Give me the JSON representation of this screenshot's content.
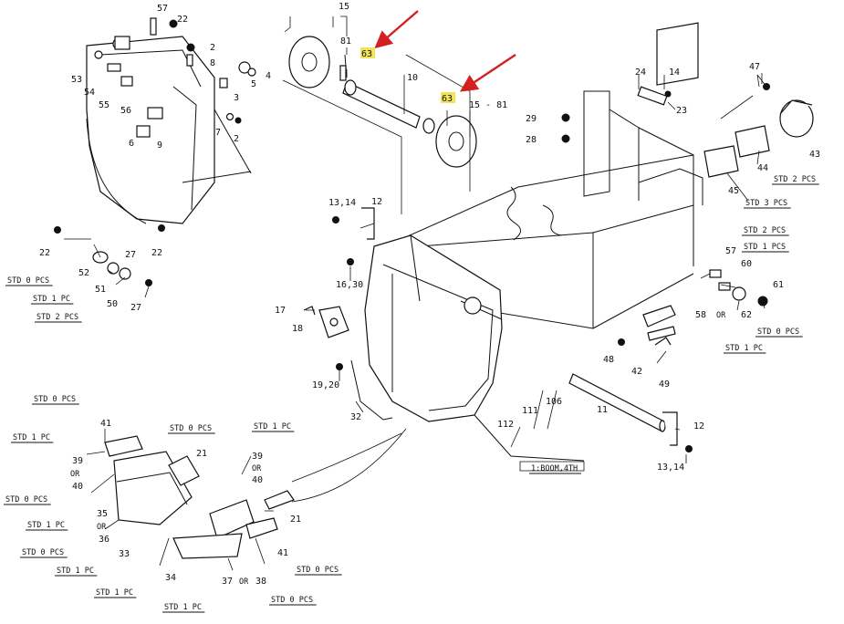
{
  "diagram": {
    "highlight_color": "#f2e35a",
    "arrow_color": "#d42020",
    "callouts": [
      {
        "id": "c57",
        "label": "57"
      },
      {
        "id": "c22a",
        "label": "22"
      },
      {
        "id": "c2a",
        "label": "2"
      },
      {
        "id": "c8",
        "label": "8"
      },
      {
        "id": "c4",
        "label": "4"
      },
      {
        "id": "c5",
        "label": "5"
      },
      {
        "id": "c3",
        "label": "3"
      },
      {
        "id": "c53",
        "label": "53"
      },
      {
        "id": "c54",
        "label": "54"
      },
      {
        "id": "c55",
        "label": "55"
      },
      {
        "id": "c56",
        "label": "56"
      },
      {
        "id": "c6",
        "label": "6"
      },
      {
        "id": "c9",
        "label": "9"
      },
      {
        "id": "c7",
        "label": "7"
      },
      {
        "id": "c2b",
        "label": "2"
      },
      {
        "id": "c15a",
        "label": "15"
      },
      {
        "id": "c81",
        "label": "81"
      },
      {
        "id": "c63a",
        "label": "63"
      },
      {
        "id": "c10",
        "label": "10"
      },
      {
        "id": "c63b",
        "label": "63"
      },
      {
        "id": "c1581",
        "label": "15 - 81"
      },
      {
        "id": "c24",
        "label": "24"
      },
      {
        "id": "c14a",
        "label": "14"
      },
      {
        "id": "c23",
        "label": "23"
      },
      {
        "id": "c29",
        "label": "29"
      },
      {
        "id": "c28",
        "label": "28"
      },
      {
        "id": "c47a",
        "label": "47"
      },
      {
        "id": "c43",
        "label": "43"
      },
      {
        "id": "c44",
        "label": "44"
      },
      {
        "id": "c45",
        "label": "45"
      },
      {
        "id": "c1314a",
        "label": "13,14"
      },
      {
        "id": "c12a",
        "label": "12"
      },
      {
        "id": "c1630",
        "label": "16,30"
      },
      {
        "id": "c17",
        "label": "17"
      },
      {
        "id": "c18",
        "label": "18"
      },
      {
        "id": "c1920",
        "label": "19,20"
      },
      {
        "id": "c32",
        "label": "32"
      },
      {
        "id": "c22b",
        "label": "22"
      },
      {
        "id": "c27a",
        "label": "27"
      },
      {
        "id": "c22c",
        "label": "22"
      },
      {
        "id": "c52",
        "label": "52"
      },
      {
        "id": "c51",
        "label": "51"
      },
      {
        "id": "c50",
        "label": "50"
      },
      {
        "id": "c27b",
        "label": "27"
      },
      {
        "id": "c57b",
        "label": "57"
      },
      {
        "id": "c60",
        "label": "60"
      },
      {
        "id": "c61",
        "label": "61"
      },
      {
        "id": "c58",
        "label": "58"
      },
      {
        "id": "c62",
        "label": "62"
      },
      {
        "id": "c48",
        "label": "48"
      },
      {
        "id": "c42",
        "label": "42"
      },
      {
        "id": "c49",
        "label": "49"
      },
      {
        "id": "c112",
        "label": "112"
      },
      {
        "id": "c111",
        "label": "111"
      },
      {
        "id": "c106",
        "label": "106"
      },
      {
        "id": "c11",
        "label": "11"
      },
      {
        "id": "c12b",
        "label": "12"
      },
      {
        "id": "c1314b",
        "label": "13,14"
      },
      {
        "id": "c41a",
        "label": "41"
      },
      {
        "id": "c39a",
        "label": "39"
      },
      {
        "id": "c40a",
        "label": "40"
      },
      {
        "id": "c35",
        "label": "35"
      },
      {
        "id": "c36",
        "label": "36"
      },
      {
        "id": "c33",
        "label": "33"
      },
      {
        "id": "c34",
        "label": "34"
      },
      {
        "id": "c21a",
        "label": "21"
      },
      {
        "id": "c39b",
        "label": "39"
      },
      {
        "id": "c40b",
        "label": "40"
      },
      {
        "id": "c21b",
        "label": "21"
      },
      {
        "id": "c41b",
        "label": "41"
      },
      {
        "id": "c37",
        "label": "37"
      },
      {
        "id": "c38",
        "label": "38"
      }
    ],
    "words": {
      "or": "OR"
    },
    "notes": [
      {
        "id": "n_std0_52",
        "text": "STD 0 PCS"
      },
      {
        "id": "n_std1_51",
        "text": "STD 1 PC"
      },
      {
        "id": "n_std2_50",
        "text": "STD 2 PCS"
      },
      {
        "id": "n_std2_44",
        "text": "STD 2 PCS"
      },
      {
        "id": "n_std3_45",
        "text": "STD 3 PCS"
      },
      {
        "id": "n_std2_57",
        "text": "STD 2 PCS"
      },
      {
        "id": "n_std1_60",
        "text": "STD 1 PCS"
      },
      {
        "id": "n_std0_62",
        "text": "STD 0 PCS"
      },
      {
        "id": "n_std1_58",
        "text": "STD 1 PC"
      },
      {
        "id": "n_boom",
        "text": "1:BOOM,4TH"
      },
      {
        "id": "n_std0_41a",
        "text": "STD 0 PCS"
      },
      {
        "id": "n_std1_39a",
        "text": "STD 1 PC"
      },
      {
        "id": "n_std0_40a",
        "text": "STD 0 PCS"
      },
      {
        "id": "n_std1_35",
        "text": "STD 1 PC"
      },
      {
        "id": "n_std0_36",
        "text": "STD 0 PCS"
      },
      {
        "id": "n_std1_33",
        "text": "STD 1 PC"
      },
      {
        "id": "n_std1_34",
        "text": "STD 1 PC"
      },
      {
        "id": "n_std0_39b",
        "text": "STD 0 PCS"
      },
      {
        "id": "n_std1_40b",
        "text": "STD 1 PC"
      },
      {
        "id": "n_std0_41b",
        "text": "STD 0 PCS"
      },
      {
        "id": "n_std1_37",
        "text": "STD 1 PC"
      },
      {
        "id": "n_std0_38",
        "text": "STD 0 PCS"
      }
    ]
  }
}
